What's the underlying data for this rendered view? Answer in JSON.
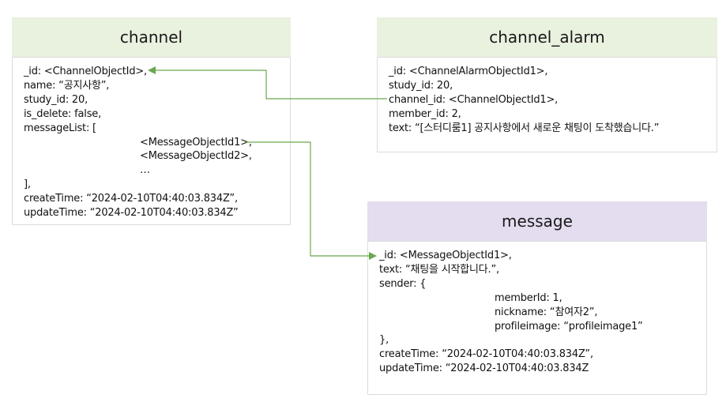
{
  "channel": {
    "title": "channel",
    "fields": [
      "_id: <ChannelObjectId>,",
      "name: “공지사항”,",
      "study_id: 20,",
      "is_delete: false,",
      "messageList: [",
      "<MessageObjectId1>,",
      "<MessageObjectId2>,",
      "…",
      "],",
      "createTime: “2024-02-10T04:40:03.834Z”,",
      "updateTime: “2024-02-10T04:40:03.834Z”"
    ]
  },
  "channel_alarm": {
    "title": "channel_alarm",
    "fields": [
      "_id: <ChannelAlarmObjectId1>,",
      "study_id: 20,",
      "channel_id: <ChannelObjectId1>,",
      "member_id: 2,",
      "text: “[스터디룸1] 공지사항에서 새로운 채팅이 도착했습니다.”"
    ]
  },
  "message": {
    "title": "message",
    "fields": [
      "_id: <MessageObjectId1>,",
      "text: “채팅을 시작합니다.”,",
      "sender: {",
      "memberId: 1,",
      "nickname: “참여자2”,",
      "profileimage: “profileimage1”",
      "},",
      "createTime: “2024-02-10T04:40:03.834Z”,",
      "updateTime: “2024-02-10T04:40:03.834Z"
    ]
  },
  "colors": {
    "green_header": "#e9f1df",
    "purple_header": "#e4dcef",
    "arrow": "#6aa84f",
    "border": "#dcdcdc"
  }
}
